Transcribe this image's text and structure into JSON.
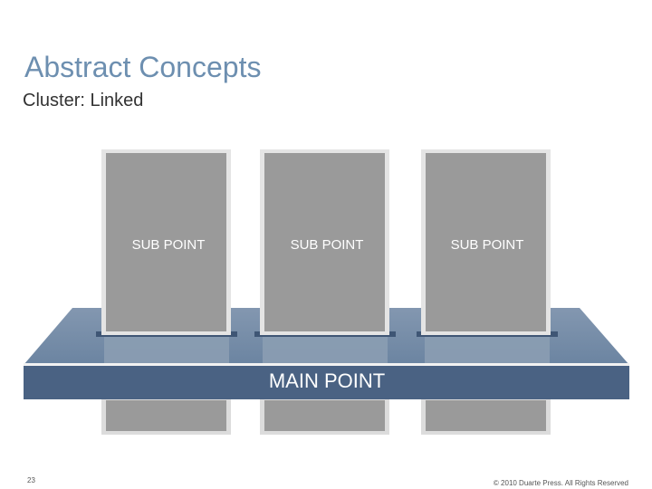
{
  "slide": {
    "title": "Abstract Concepts",
    "subtitle": "Cluster: Linked",
    "page_number": "23",
    "copyright": "© 2010 Duarte Press. All Rights Reserved"
  },
  "diagram": {
    "sub_points": [
      {
        "label": "SUB POINT"
      },
      {
        "label": "SUB POINT"
      },
      {
        "label": "SUB POINT"
      }
    ],
    "main_point": {
      "label": "MAIN POINT"
    },
    "colors": {
      "pillar": "#9a9a9a",
      "pillar_border": "#eeeeee",
      "platform_top": "#7c93ad",
      "band": "#4a6283",
      "title": "#6d8fb0"
    }
  }
}
